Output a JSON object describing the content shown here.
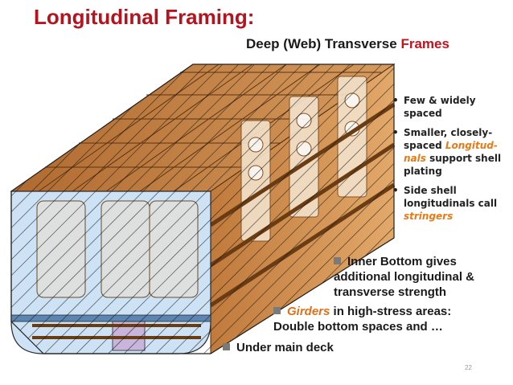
{
  "title": "Longitudinal Framing:",
  "subtitle": {
    "text": "Deep (Web) Transverse ",
    "highlight": "Frames"
  },
  "bullets": [
    {
      "text": "Few & widely spaced"
    },
    {
      "text": "Smaller, closely-spaced ",
      "highlight": "Longitud-nals",
      "after": " support shell plating"
    },
    {
      "text": "Side shell longitudinals call ",
      "highlight": "stringers"
    }
  ],
  "notes": [
    {
      "line1": "Inner Bottom gives",
      "line2": "additional longitudinal &",
      "line3": "transverse strength"
    },
    {
      "highlight": "Girders",
      "line1": " in high-stress areas:",
      "line2": "Double bottom spaces and …"
    },
    {
      "line1": "Under main deck"
    }
  ],
  "page_number": "22",
  "colors": {
    "title": "#b4141e",
    "highlight": "#e87a16",
    "wood": "#c9894a",
    "shell": "#bcd8f2"
  }
}
